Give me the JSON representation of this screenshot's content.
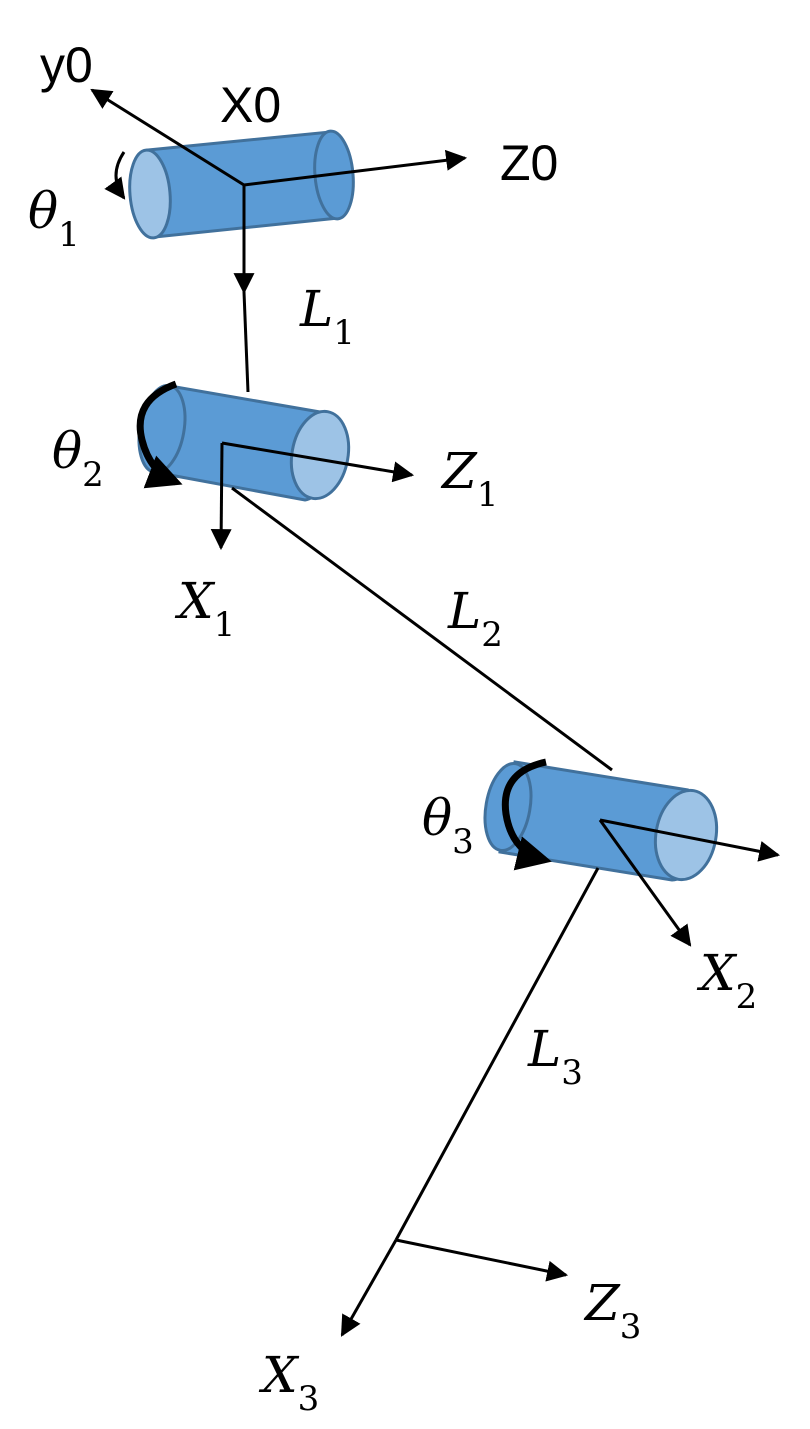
{
  "colors": {
    "cylinder_body": "#5b9bd5",
    "cylinder_cap": "#9dc3e6",
    "cylinder_outline": "#41719c",
    "line": "#000000",
    "background": "#ffffff"
  },
  "frame0": {
    "y_label": "y0",
    "x_label": "X0",
    "z_label": "Z0"
  },
  "joints": {
    "theta1": {
      "symbol": "θ",
      "sub": "1"
    },
    "theta2": {
      "symbol": "θ",
      "sub": "2"
    },
    "theta3": {
      "symbol": "θ",
      "sub": "3"
    }
  },
  "links": {
    "l1": {
      "symbol": "L",
      "sub": "1"
    },
    "l2": {
      "symbol": "L",
      "sub": "2"
    },
    "l3": {
      "symbol": "L",
      "sub": "3"
    }
  },
  "axes": {
    "z1": {
      "symbol": "Z",
      "sub": "1"
    },
    "x1": {
      "symbol": "X",
      "sub": "1"
    },
    "x2": {
      "symbol": "X",
      "sub": "2"
    },
    "x3": {
      "symbol": "X",
      "sub": "3"
    },
    "z3": {
      "symbol": "Z",
      "sub": "3"
    }
  }
}
